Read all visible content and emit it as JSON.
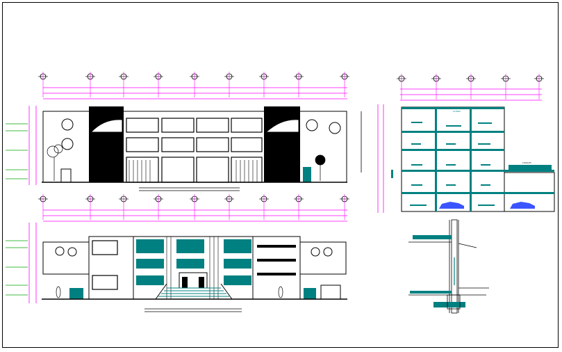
{
  "drawing": {
    "type": "cad-architectural-sheet",
    "views": [
      {
        "id": "front-elevation",
        "description_visible": false
      },
      {
        "id": "rear-elevation",
        "description_visible": false
      },
      {
        "id": "section",
        "description_visible": false
      },
      {
        "id": "wall-detail",
        "description_visible": false
      }
    ],
    "colors": {
      "background": "#ffffff",
      "line": "#000000",
      "accent_teal": "#008080",
      "dimension_magenta": "#ff00ff",
      "dimension_green": "#00a000",
      "car_blue": "#3a55ff",
      "frame": "#000000"
    },
    "section_room_labels": [
      "ALTURA"
    ],
    "section_side_label": "LOCALES"
  }
}
